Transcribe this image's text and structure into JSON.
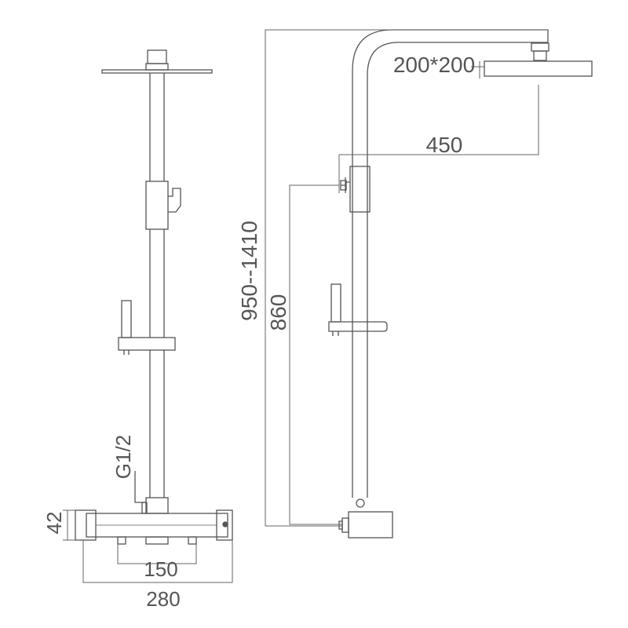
{
  "colors": {
    "line": "#555555",
    "dimension": "#666666",
    "background": "#ffffff"
  },
  "front_view": {
    "inlet_label": "G1/2",
    "valve_height_label": "42",
    "inlet_spacing_label": "150",
    "valve_width_label": "280"
  },
  "side_view": {
    "head_size_label": "200*200",
    "arm_reach_label": "450",
    "height_range_label": "950--1410",
    "handshower_height_label": "860"
  }
}
